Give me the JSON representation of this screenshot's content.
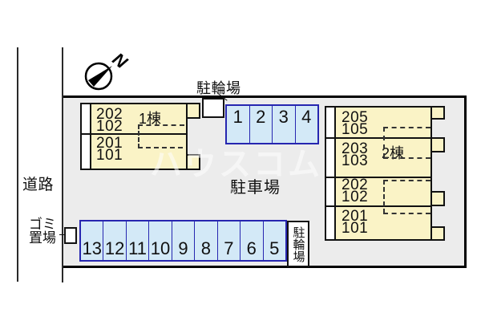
{
  "site": {
    "road_label": "道路",
    "garbage_label_line1": "ゴミ",
    "garbage_label_line2": "置場",
    "parking_lot_label": "駐車場",
    "bicycle_parking_top_label": "駐輪場",
    "bicycle_parking_bottom_label": "駐輪場",
    "compass_letter": "N",
    "watermark": "ハウスコム"
  },
  "building1": {
    "name": "1棟",
    "units": [
      {
        "upper": "202",
        "lower": "102"
      },
      {
        "upper": "201",
        "lower": "101"
      }
    ]
  },
  "building2": {
    "name": "2棟",
    "units": [
      {
        "upper": "205",
        "lower": "105"
      },
      {
        "upper": "203",
        "lower": "103"
      },
      {
        "upper": "202",
        "lower": "102"
      },
      {
        "upper": "201",
        "lower": "101"
      }
    ]
  },
  "parking": {
    "top_row": [
      "1",
      "2",
      "3",
      "4"
    ],
    "bottom_row": [
      "13",
      "12",
      "11",
      "10",
      "9",
      "8",
      "7",
      "6",
      "5"
    ]
  },
  "colors": {
    "building_fill": "#faf3c6",
    "building_border": "#111111",
    "parking_fill": "#d3e9f7",
    "parking_border": "#2626b0",
    "site_fill": "#ececec"
  }
}
